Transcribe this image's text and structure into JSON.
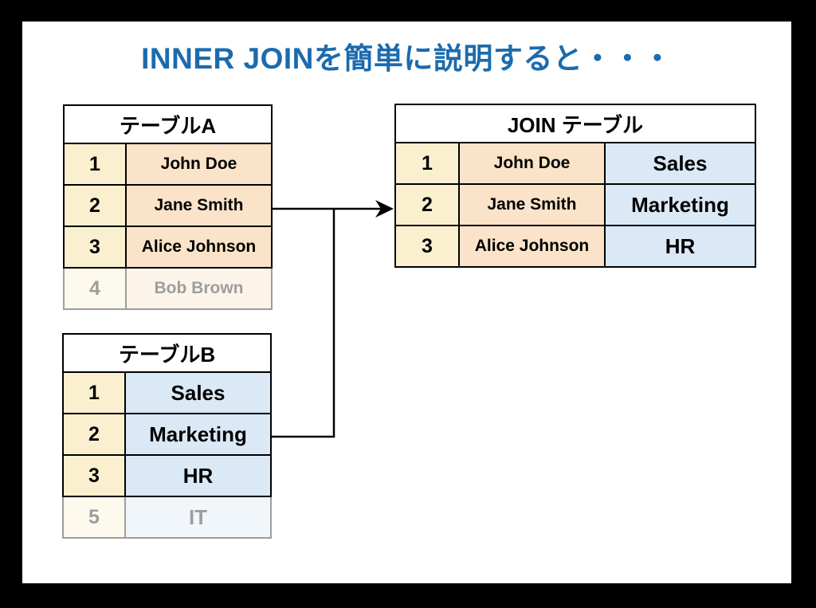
{
  "title": "INNER JOINを簡単に説明すると・・・",
  "table_a": {
    "header": "テーブルA",
    "rows": [
      {
        "id": "1",
        "value": "John Doe"
      },
      {
        "id": "2",
        "value": "Jane Smith"
      },
      {
        "id": "3",
        "value": "Alice Johnson"
      },
      {
        "id": "4",
        "value": "Bob Brown"
      }
    ]
  },
  "table_b": {
    "header": "テーブルB",
    "rows": [
      {
        "id": "1",
        "value": "Sales"
      },
      {
        "id": "2",
        "value": "Marketing"
      },
      {
        "id": "3",
        "value": "HR"
      },
      {
        "id": "5",
        "value": "IT"
      }
    ]
  },
  "join_table": {
    "header": "JOIN テーブル",
    "rows": [
      {
        "id": "1",
        "name": "John Doe",
        "dept": "Sales"
      },
      {
        "id": "2",
        "name": "Jane Smith",
        "dept": "Marketing"
      },
      {
        "id": "3",
        "name": "Alice Johnson",
        "dept": "HR"
      }
    ]
  },
  "colors": {
    "title_text": "#1B6BAE",
    "id_cell_bg": "#FAF0D0",
    "name_cell_bg": "#FAE3C8",
    "dept_cell_bg": "#DBE8F6",
    "table_border": "#000000",
    "frame_bg": "#000000",
    "panel_bg": "#FFFFFF",
    "arrow": "#000000"
  }
}
